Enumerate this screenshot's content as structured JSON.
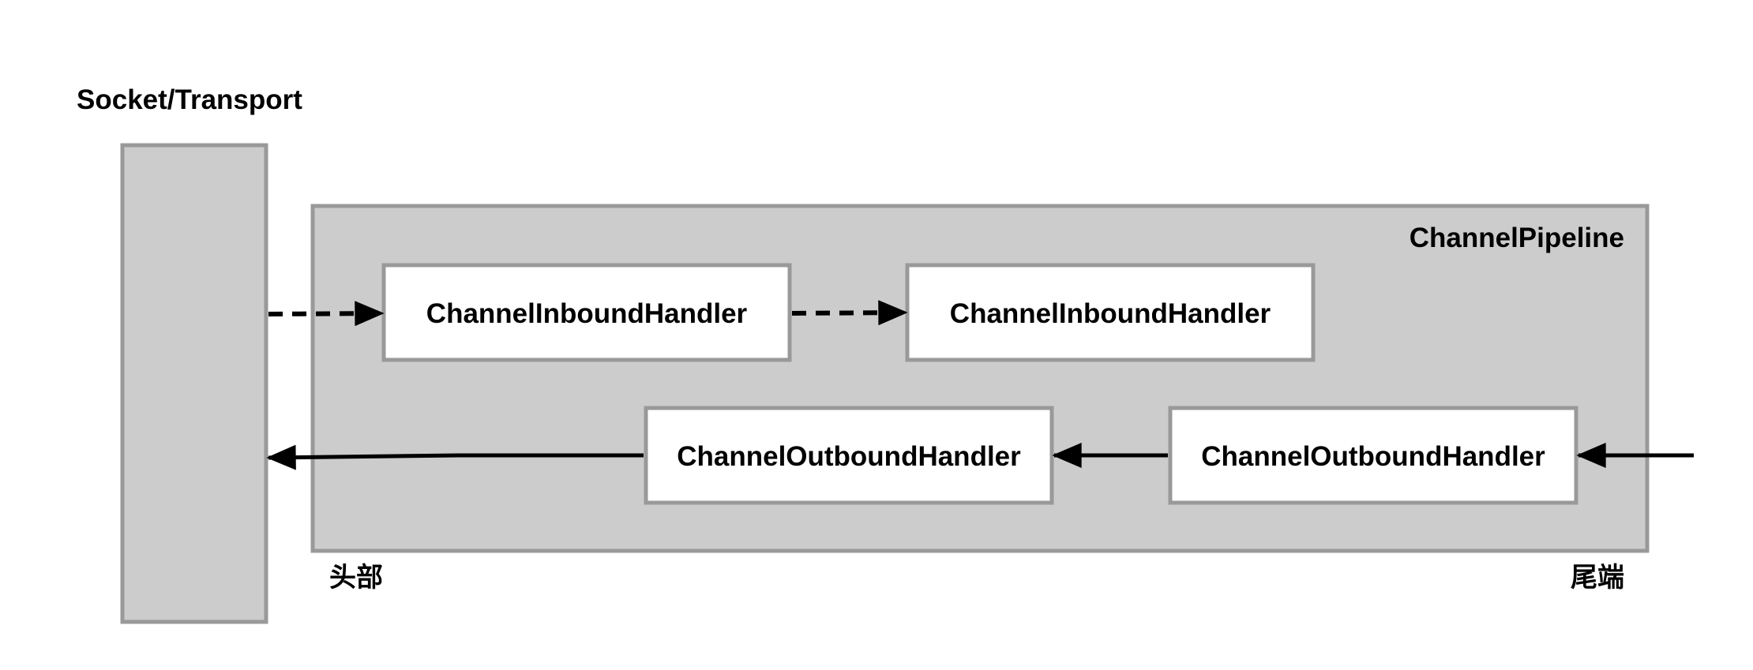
{
  "diagram": {
    "socket_label": "Socket/Transport",
    "pipeline_label": "ChannelPipeline",
    "head_label": "头部",
    "tail_label": "尾端",
    "inbound_handlers": [
      {
        "label": "ChannelInboundHandler"
      },
      {
        "label": "ChannelInboundHandler"
      }
    ],
    "outbound_handlers": [
      {
        "label": "ChannelOutboundHandler"
      },
      {
        "label": "ChannelOutboundHandler"
      }
    ],
    "colors": {
      "container_fill": "#cccccc",
      "container_stroke": "#999999",
      "handler_fill": "#ffffff",
      "handler_stroke": "#999999",
      "arrow": "#000000",
      "text": "#000000"
    }
  }
}
